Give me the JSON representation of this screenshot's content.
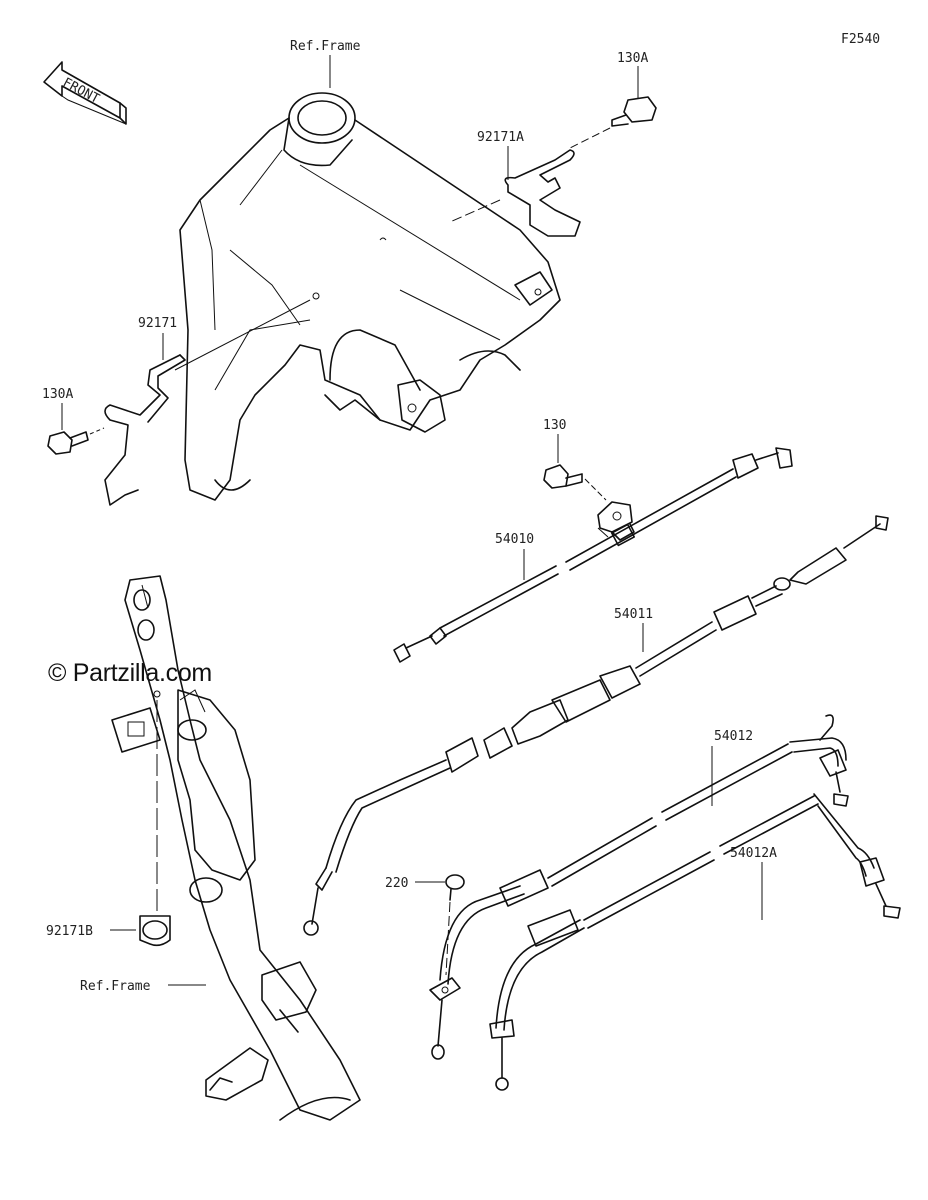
{
  "diagram_code": "F2540",
  "front_label": "FRONT",
  "watermark": "© Partzilla.com",
  "refs": {
    "frame_top": "Ref.Frame",
    "frame_bottom": "Ref.Frame"
  },
  "parts": [
    {
      "id": "130A",
      "label": "130A"
    },
    {
      "id": "92171A",
      "label": "92171A"
    },
    {
      "id": "92171",
      "label": "92171"
    },
    {
      "id": "130A-left",
      "label": "130A"
    },
    {
      "id": "130",
      "label": "130"
    },
    {
      "id": "54010",
      "label": "54010"
    },
    {
      "id": "54011",
      "label": "54011"
    },
    {
      "id": "54012",
      "label": "54012"
    },
    {
      "id": "220",
      "label": "220"
    },
    {
      "id": "54012A",
      "label": "54012A"
    },
    {
      "id": "92171B",
      "label": "92171B"
    }
  ]
}
